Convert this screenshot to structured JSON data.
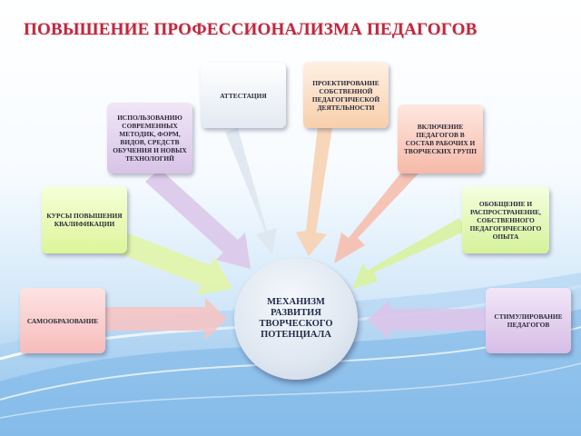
{
  "title": "ПОВЫШЕНИЕ ПРОФЕССИОНАЛИЗМА ПЕДАГОГОВ",
  "center": "МЕХАНИЗМ РАЗВИТИЯ ТВОРЧЕСКОГО ПОТЕНЦИАЛА",
  "boxes": {
    "self_education": "САМООБРАЗОВАНИЕ",
    "courses": "КУРСЫ ПОВЫШЕНИЯ КВАЛИФИКАЦИИ",
    "methods": "ИСПОЛЬЗОВАНИЮ СОВРЕМЕННЫХ МЕТОДИК, ФОРМ, ВИДОВ, СРЕДСТВ ОБУЧЕНИЯ И НОВЫХ ТЕХНОЛОГИЙ",
    "attestation": "АТТЕСТАЦИЯ",
    "design": "ПРОЕКТИРОВАНИЕ СОБСТВЕННОЙ ПЕДАГОГИЧЕСКОЙ ДЕЯТЕЛЬНОСТИ",
    "working_groups": "ВКЛЮЧЕНИЕ ПЕДАГОГОВ В СОСТАВ РАБОЧИХ И ТВОРЧЕСКИХ ГРУПП",
    "sharing": "ОБОБЩЕНИЕ И РАСПРОСТРАНЕНИЕ, СОБСТВЕННОГО ПЕДАГОГИЧЕСКОГО ОПЫТА",
    "stimulation": "СТИМУЛИРОВАНИЕ ПЕДАГОГОВ"
  },
  "colors": {
    "title": "#c2263d",
    "self_education": "#f7bcbc",
    "courses": "#dcf59a",
    "methods": "#d8c3e6",
    "attestation": "#e3e9f2",
    "design": "#f8cfab",
    "working_groups": "#f6b9a8",
    "sharing": "#d6f29a",
    "stimulation": "#d6bde6"
  }
}
